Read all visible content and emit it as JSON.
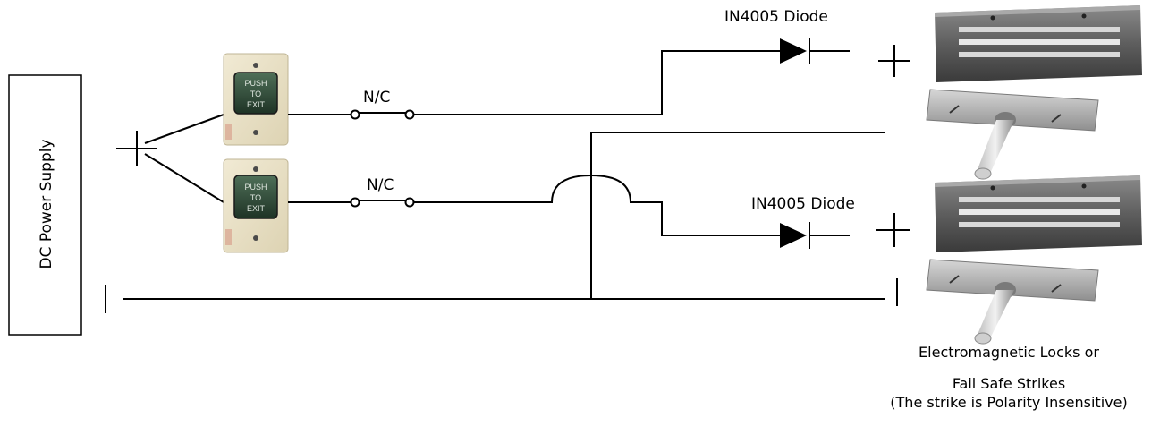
{
  "power_supply": {
    "label": "DC Power Supply"
  },
  "switches": [
    {
      "label": "N/C",
      "button_text": [
        "PUSH",
        "TO",
        "EXIT"
      ]
    },
    {
      "label": "N/C",
      "button_text": [
        "PUSH",
        "TO",
        "EXIT"
      ]
    }
  ],
  "diodes": [
    {
      "label": "IN4005 Diode"
    },
    {
      "label": "IN4005 Diode"
    }
  ],
  "caption": {
    "line1": "Electromagnetic Locks or",
    "line2": "Fail Safe Strikes",
    "line3": "(The strike is Polarity Insensitive)"
  }
}
